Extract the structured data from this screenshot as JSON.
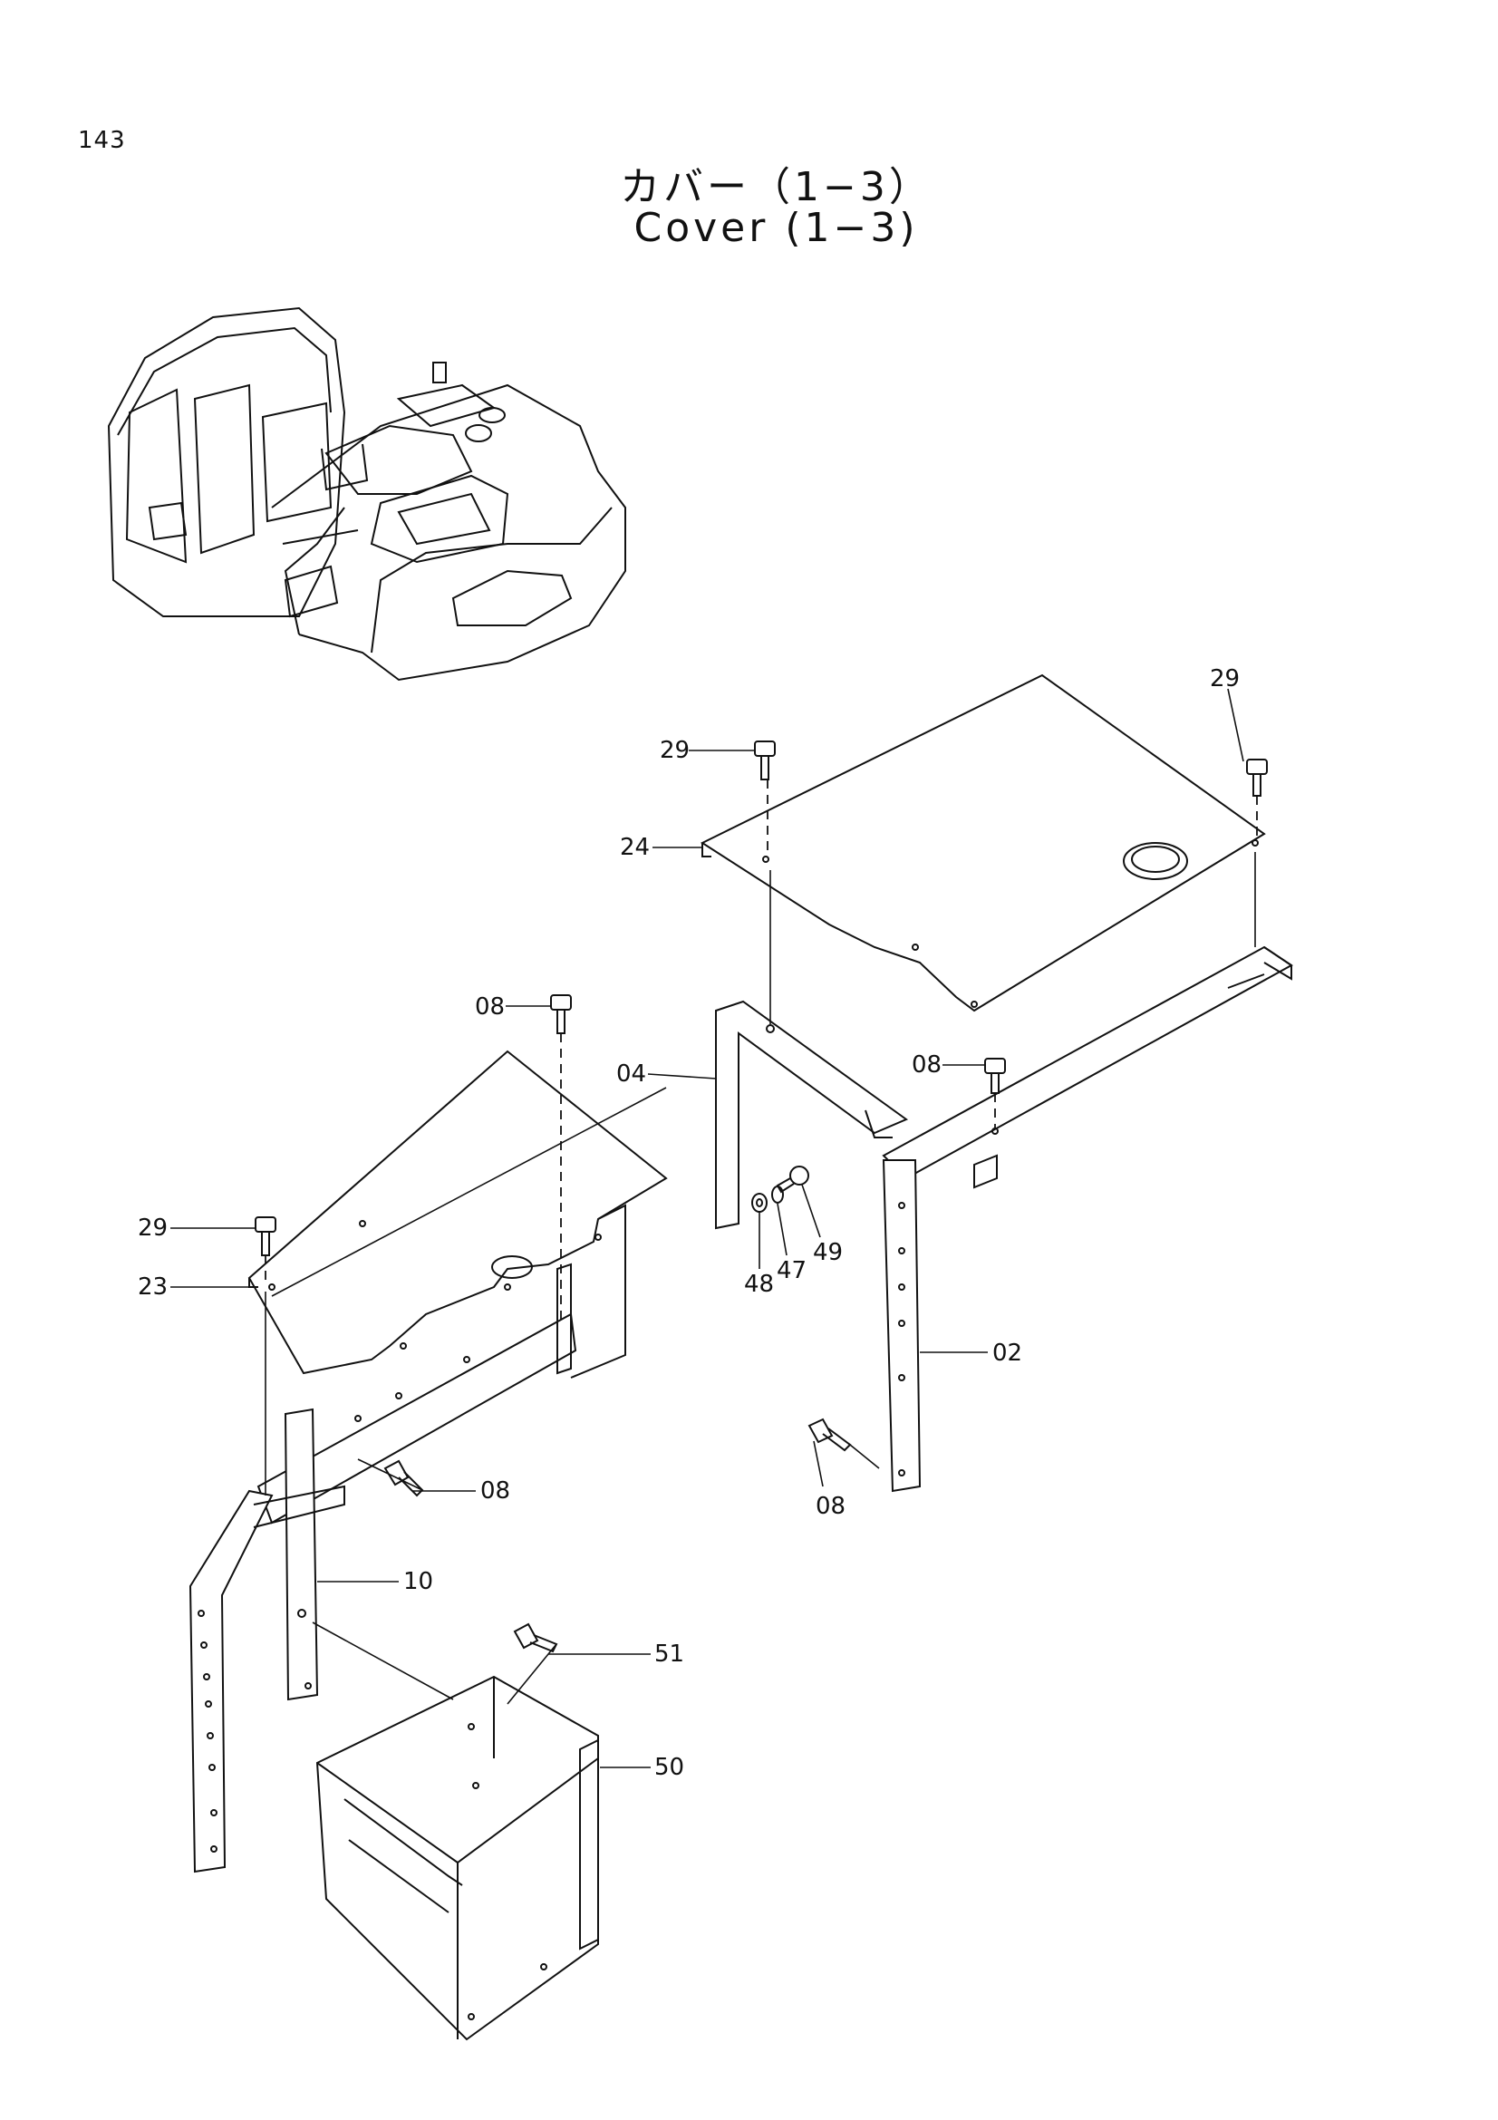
{
  "page_number": "143",
  "title_jp": "カバー（1−3）",
  "title_en": "Cover (1−3)",
  "callouts": {
    "c29_top_left": "29",
    "c29_top_right": "29",
    "c24": "24",
    "c08_upper": "08",
    "c04": "04",
    "c08_right": "08",
    "c29_left": "29",
    "c23": "23",
    "c48": "48",
    "c47": "47",
    "c49": "49",
    "c02": "02",
    "c08_lower_left": "08",
    "c08_lower_right": "08",
    "c10": "10",
    "c51": "51",
    "c50": "50"
  }
}
